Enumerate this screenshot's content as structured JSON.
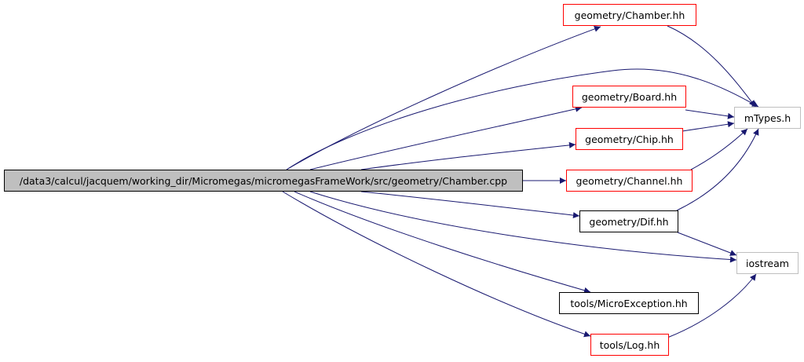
{
  "graph": {
    "root": "/data3/calcul/jacquem/working_dir/Micromegas/micromegasFrameWork/src/geometry/Chamber.cpp",
    "nodes": {
      "chamber_hh": "geometry/Chamber.hh",
      "mtypes": "mTypes.h",
      "board": "geometry/Board.hh",
      "chip": "geometry/Chip.hh",
      "channel": "geometry/Channel.hh",
      "dif": "geometry/Dif.hh",
      "iostream": "iostream",
      "microexception": "tools/MicroException.hh",
      "log": "tools/Log.hh"
    },
    "edge_color": "#191970"
  }
}
